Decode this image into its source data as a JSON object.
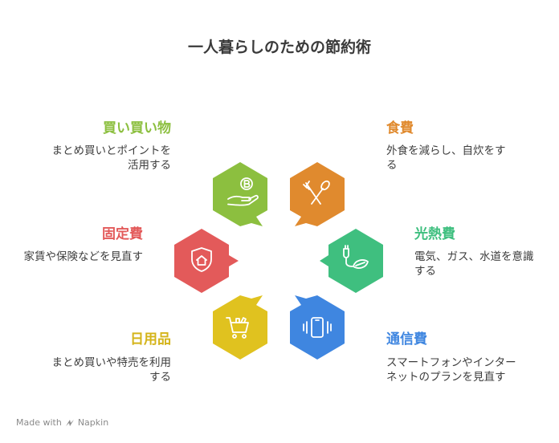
{
  "title": "一人暮らしのための節約術",
  "items": [
    {
      "heading": "買い買い物",
      "desc": "まとめ買いとポイントを活用する",
      "color": "#8cbf3f",
      "icon": "hand-coin-icon"
    },
    {
      "heading": "食費",
      "desc": "外食を減らし、自炊をする",
      "color": "#e08a2e",
      "icon": "fork-knife-icon"
    },
    {
      "heading": "固定費",
      "desc": "家賃や保険などを見直す",
      "color": "#e35a5a",
      "icon": "shield-home-icon"
    },
    {
      "heading": "光熱費",
      "desc": "電気、ガス、水道を意識する",
      "color": "#3fbf7f",
      "icon": "plug-leaf-icon"
    },
    {
      "heading": "日用品",
      "desc": "まとめ買いや特売を利用する",
      "color": "#e0c21f",
      "icon": "shopping-cart-icon"
    },
    {
      "heading": "通信費",
      "desc": "スマートフォンやインターネットのプランを見直す",
      "color": "#3f86e0",
      "icon": "smartphone-icon"
    }
  ],
  "footer": {
    "prefix": "Made with",
    "brand": "Napkin"
  }
}
